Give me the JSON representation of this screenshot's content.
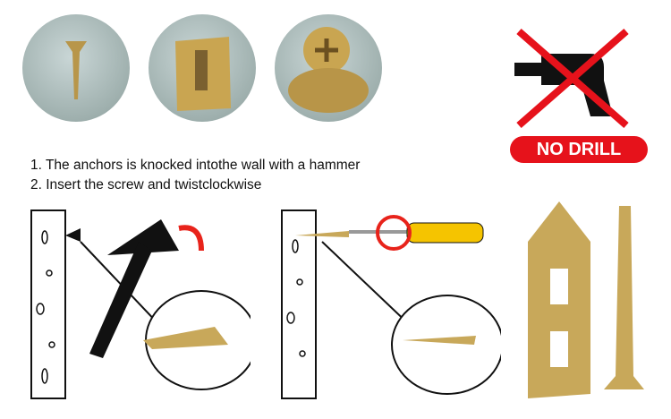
{
  "steps": [
    "1. The anchors is knocked intothe wall with a hammer",
    "2. Insert the screw and twistclockwise"
  ],
  "badge": {
    "label": "NO DRILL",
    "color": "#e6121b"
  },
  "colors": {
    "metal": "#c8a85a",
    "accent": "#e8231b",
    "handle": "#f5c400"
  }
}
